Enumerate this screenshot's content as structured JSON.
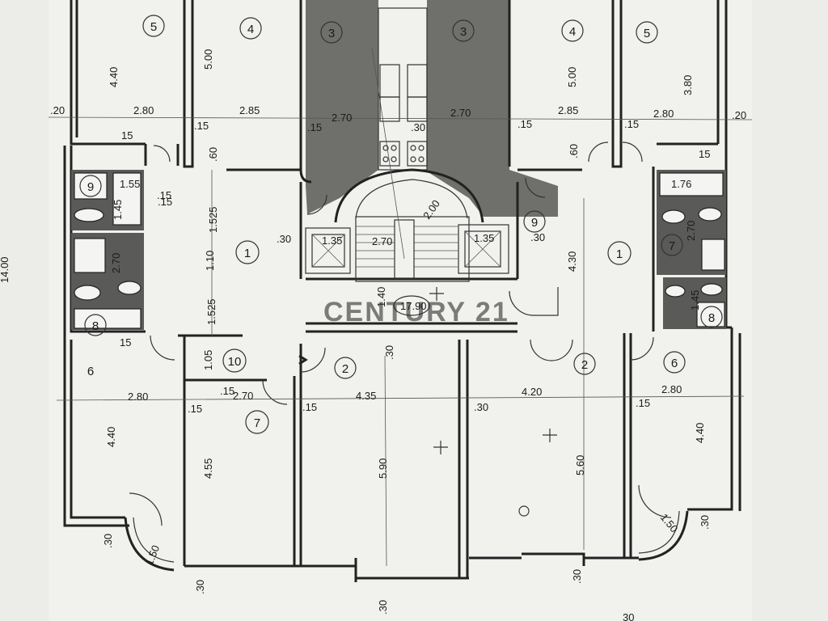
{
  "watermark": "CENTURY 21",
  "room_numbers": {
    "r5_tl": "5",
    "r4_tl": "4",
    "r3_l": "3",
    "r3_r": "3",
    "r4_tr": "4",
    "r5_tr": "5",
    "r9_l": "9",
    "r8_l": "8",
    "r1_l": "1",
    "r10": "10",
    "r6_l": "6",
    "r7_l": "7",
    "r2_l": "2",
    "r9_r": "9",
    "r7_r": "7",
    "r8_r": "8",
    "r1_r": "1",
    "r2_r": "2",
    "r6_r": "6"
  },
  "dimensions": {
    "d_440_tl": "4.40",
    "d_500_tl": "5.00",
    "d_500_tr": "5.00",
    "d_380_tr": "3.80",
    "d_20_l": ".20",
    "d_280_tl": "2.80",
    "d_285_tl": "2.85",
    "d_270_cl": "2.70",
    "d_270_cr": "2.70",
    "d_285_tr": "2.85",
    "d_280_tr": "2.80",
    "d_20_r": ".20",
    "d_15_a": ".15",
    "d_15_b": ".15",
    "d_15_c": ".15",
    "d_15_d": ".15",
    "d_30_top": ".30",
    "d_1525_a": "1.525",
    "d_110": "1.10",
    "d_1525_b": "1.525",
    "d_155": "1.55",
    "d_145_l": "1.45",
    "d_15_bath": ".15",
    "d_270_bath_l": "2.70",
    "d_135_l": "1.35",
    "d_270_stair": "2.70",
    "d_135_r": "1.35",
    "d_200": "2.00",
    "d_30_stair": ".30",
    "d_30_l": ".30",
    "d_30_r": ".30",
    "d_140": "1.40",
    "area": "17.90",
    "d_430": "4.30",
    "d_176": "1.76",
    "d_270_bath_r": "2.70",
    "d_145_r": "1.45",
    "d_105": "1.05",
    "d_280_bl": "2.80",
    "d_270_b": "2.70",
    "d_435": "4.35",
    "d_420": "4.20",
    "d_280_br": "2.80",
    "d_440_bl": "4.40",
    "d_455": "4.55",
    "d_590": "5.90",
    "d_560": "5.60",
    "d_440_br": "4.40",
    "d_150_l": "1.50",
    "d_150_r": "1.50",
    "d_15_e": ".15",
    "d_15_f": ".15",
    "d_15_g": ".15",
    "d_30_h": ".30",
    "d_30_i": ".30",
    "d_30_j": ".30",
    "d_30_k": ".30",
    "d_30_bottom": ".30",
    "d_30_m": ".30",
    "d_1400": "14.00",
    "d_15_h": "15",
    "d_15_i": "15",
    "d_60_l": ".60",
    "d_60_r": ".60",
    "d_15_j": ".15",
    "d_15_k": ".15",
    "d_15_l": "15",
    "d_30_bot_r": "30"
  }
}
